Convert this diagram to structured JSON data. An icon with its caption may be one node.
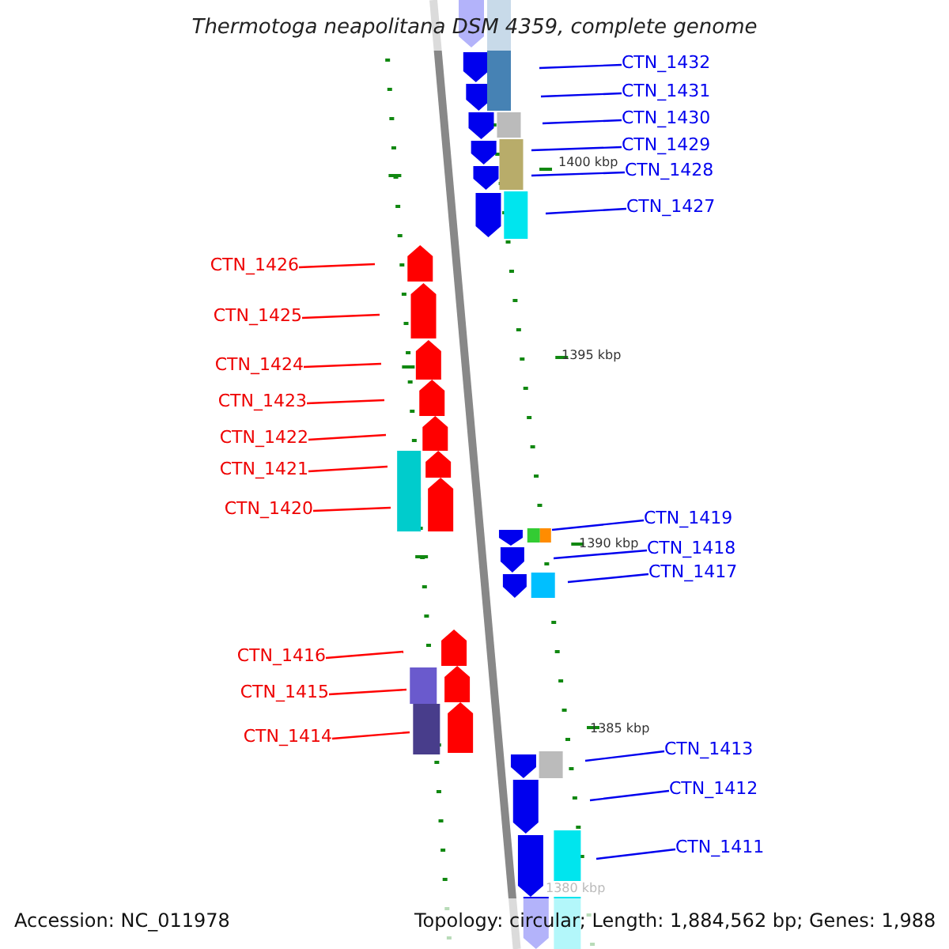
{
  "diagram": {
    "title": "Thermotoga neapolitana DSM 4359, complete genome",
    "nodes": [
      {
        "text": [
          "CTN_1432"
        ]
      },
      {
        "text": [
          "CTN_1431"
        ]
      },
      {
        "text": [
          "CTN_1430"
        ]
      },
      {
        "text": [
          "CTN_1429"
        ]
      },
      {
        "text": [
          "CTN_1428"
        ]
      },
      {
        "text": [
          "CTN_1427"
        ]
      },
      {
        "text": [
          "CTN_1426"
        ]
      },
      {
        "text": [
          "CTN_1425"
        ]
      },
      {
        "text": [
          "CTN_1424"
        ]
      },
      {
        "text": [
          "CTN_1423"
        ]
      },
      {
        "text": [
          "CTN_1422"
        ]
      },
      {
        "text": [
          "CTN_1421"
        ]
      },
      {
        "text": [
          "CTN_1420"
        ]
      },
      {
        "text": [
          "CTN_1419"
        ]
      },
      {
        "text": [
          "CTN_1418"
        ]
      },
      {
        "text": [
          "CTN_1417"
        ]
      },
      {
        "text": [
          "CTN_1416"
        ]
      },
      {
        "text": [
          "CTN_1415"
        ]
      },
      {
        "text": [
          "CTN_1414"
        ]
      },
      {
        "text": [
          "CTN_1413"
        ]
      },
      {
        "text": [
          "CTN_1412"
        ]
      },
      {
        "text": [
          "CTN_1411"
        ]
      }
    ],
    "edges": [
      {
        "from": 0,
        "to": null,
        "arrow": "none"
      },
      {
        "from": 1,
        "to": null,
        "arrow": "none"
      },
      {
        "from": 2,
        "to": null,
        "arrow": "none"
      },
      {
        "from": 3,
        "to": null,
        "arrow": "none"
      },
      {
        "from": 4,
        "to": null,
        "arrow": "none"
      },
      {
        "from": 5,
        "to": null,
        "arrow": "none"
      },
      {
        "from": 6,
        "to": null,
        "arrow": "none",
        "color": "#ff0000"
      },
      {
        "from": 7,
        "to": null,
        "arrow": "none",
        "color": "#ff0000"
      },
      {
        "from": 8,
        "to": null,
        "arrow": "none",
        "color": "#ff0000"
      },
      {
        "from": 9,
        "to": null,
        "arrow": "none",
        "color": "#ff0000"
      },
      {
        "from": 10,
        "to": null,
        "arrow": "none",
        "color": "#ff0000"
      },
      {
        "from": 11,
        "to": null,
        "arrow": "none",
        "color": "#ff0000"
      },
      {
        "from": 12,
        "to": null,
        "arrow": "none",
        "color": "#ff0000"
      },
      {
        "from": 13,
        "to": null,
        "arrow": "none"
      },
      {
        "from": 14,
        "to": null,
        "arrow": "none"
      },
      {
        "from": 15,
        "to": null,
        "arrow": "none"
      },
      {
        "from": 16,
        "to": null,
        "arrow": "none",
        "color": "#ff0000"
      },
      {
        "from": 17,
        "to": null,
        "arrow": "none",
        "color": "#ff0000"
      },
      {
        "from": 18,
        "to": null,
        "arrow": "none",
        "color": "#ff0000"
      },
      {
        "from": 19,
        "to": null,
        "arrow": "none"
      },
      {
        "from": 20,
        "to": null,
        "arrow": "none"
      },
      {
        "from": 21,
        "to": null,
        "arrow": "none"
      }
    ],
    "labels": [
      "1400 kbp",
      "1395 kbp",
      "1390 kbp",
      "1385 kbp",
      "1380 kbp",
      "Accession: NC_011978",
      "Topology: circular; Length: 1,884,562 bp; Genes: 1,988"
    ]
  }
}
